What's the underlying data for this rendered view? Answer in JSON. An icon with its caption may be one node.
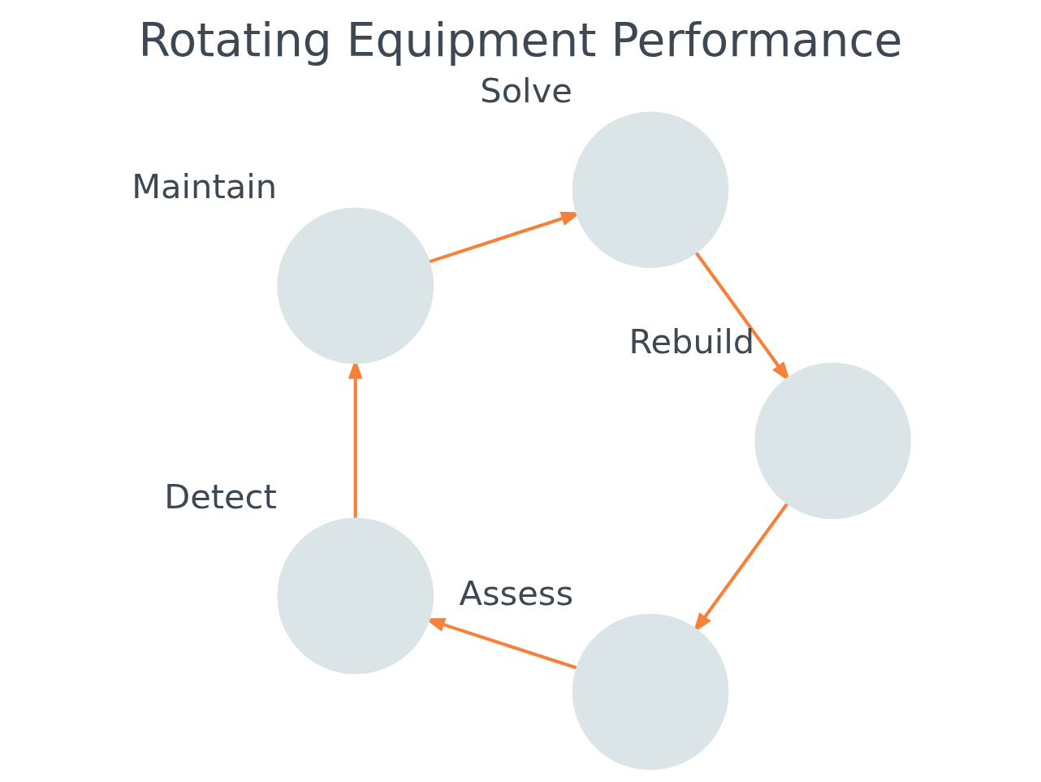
{
  "diagram": {
    "title": "Rotating Equipment Performance",
    "nodes": [
      {
        "text": [
          "Assess"
        ]
      },
      {
        "text": [
          "Detect"
        ]
      },
      {
        "text": [
          "Maintain"
        ]
      },
      {
        "text": [
          "Solve"
        ]
      },
      {
        "text": [
          "Rebuild"
        ]
      }
    ],
    "edges": [
      {
        "from": 0,
        "to": 1,
        "arrow": "to"
      },
      {
        "from": 1,
        "to": 2,
        "arrow": "to"
      },
      {
        "from": 2,
        "to": 3,
        "arrow": "to"
      },
      {
        "from": 3,
        "to": 4,
        "arrow": "to"
      },
      {
        "from": 4,
        "to": 0,
        "arrow": "to"
      }
    ]
  }
}
